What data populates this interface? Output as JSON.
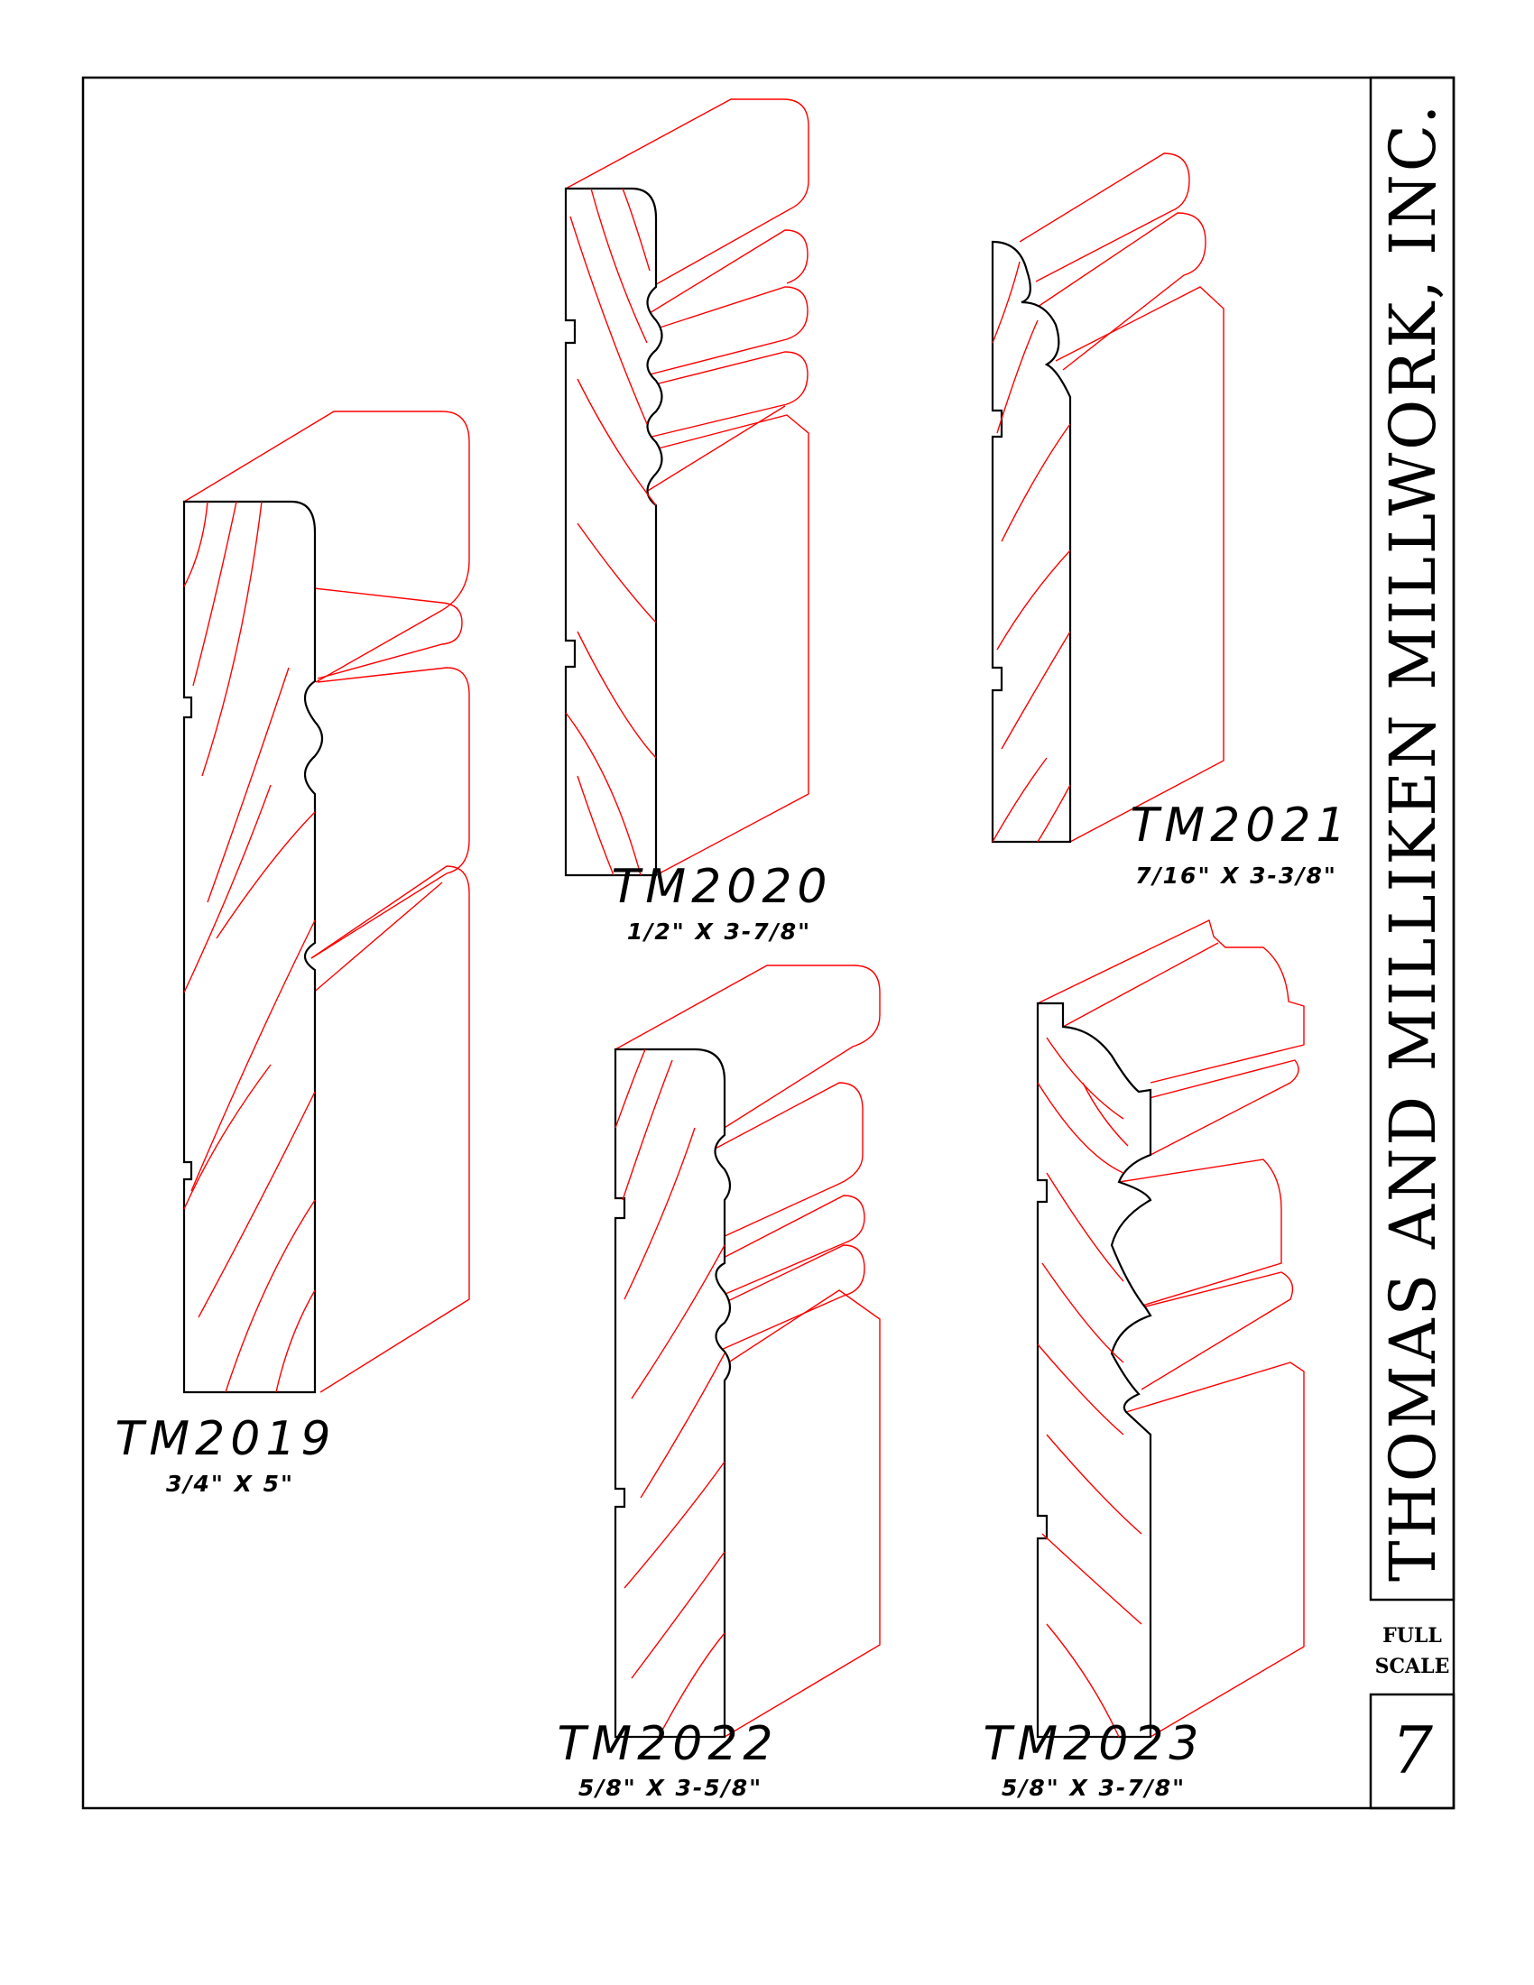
{
  "company": "THOMAS AND MILLIKEN MILLWORK, INC.",
  "scale": {
    "line1": "FULL",
    "line2": "SCALE"
  },
  "page_number": "7",
  "profiles": [
    {
      "code": "TM2019",
      "size": "3/4\" X 5\""
    },
    {
      "code": "TM2020",
      "size": "1/2\" X 3-7/8\""
    },
    {
      "code": "TM2021",
      "size": "7/16\" X 3-3/8\""
    },
    {
      "code": "TM2022",
      "size": "5/8\" X 3-5/8\""
    },
    {
      "code": "TM2023",
      "size": "5/8\" X 3-7/8\""
    }
  ],
  "colors": {
    "outline": "#000000",
    "projection": "#ff0000"
  }
}
